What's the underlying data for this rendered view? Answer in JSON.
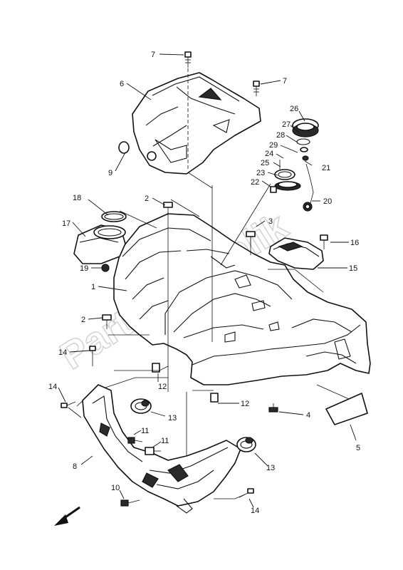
{
  "diagram": {
    "watermark": "PartsRepublik",
    "callouts": [
      {
        "id": "c7a",
        "label": "7"
      },
      {
        "id": "c7b",
        "label": "7"
      },
      {
        "id": "c6",
        "label": "6"
      },
      {
        "id": "c9",
        "label": "9"
      },
      {
        "id": "c26",
        "label": "26"
      },
      {
        "id": "c27",
        "label": "27"
      },
      {
        "id": "c28",
        "label": "28"
      },
      {
        "id": "c29",
        "label": "29"
      },
      {
        "id": "c24",
        "label": "24"
      },
      {
        "id": "c25",
        "label": "25"
      },
      {
        "id": "c21",
        "label": "21"
      },
      {
        "id": "c23",
        "label": "23"
      },
      {
        "id": "c22",
        "label": "22"
      },
      {
        "id": "c20",
        "label": "20"
      },
      {
        "id": "c18",
        "label": "18"
      },
      {
        "id": "c2a",
        "label": "2"
      },
      {
        "id": "c3",
        "label": "3"
      },
      {
        "id": "c16",
        "label": "16"
      },
      {
        "id": "c17",
        "label": "17"
      },
      {
        "id": "c15",
        "label": "15"
      },
      {
        "id": "c19",
        "label": "19"
      },
      {
        "id": "c1",
        "label": "1"
      },
      {
        "id": "c2b",
        "label": "2"
      },
      {
        "id": "c14a",
        "label": "14"
      },
      {
        "id": "c12a",
        "label": "12"
      },
      {
        "id": "c14b",
        "label": "14"
      },
      {
        "id": "c12b",
        "label": "12"
      },
      {
        "id": "c13a",
        "label": "13"
      },
      {
        "id": "c4",
        "label": "4"
      },
      {
        "id": "c11a",
        "label": "11"
      },
      {
        "id": "c11b",
        "label": "11"
      },
      {
        "id": "c5",
        "label": "5"
      },
      {
        "id": "c8",
        "label": "8"
      },
      {
        "id": "c13b",
        "label": "13"
      },
      {
        "id": "c10",
        "label": "10"
      },
      {
        "id": "c14c",
        "label": "14"
      }
    ]
  }
}
